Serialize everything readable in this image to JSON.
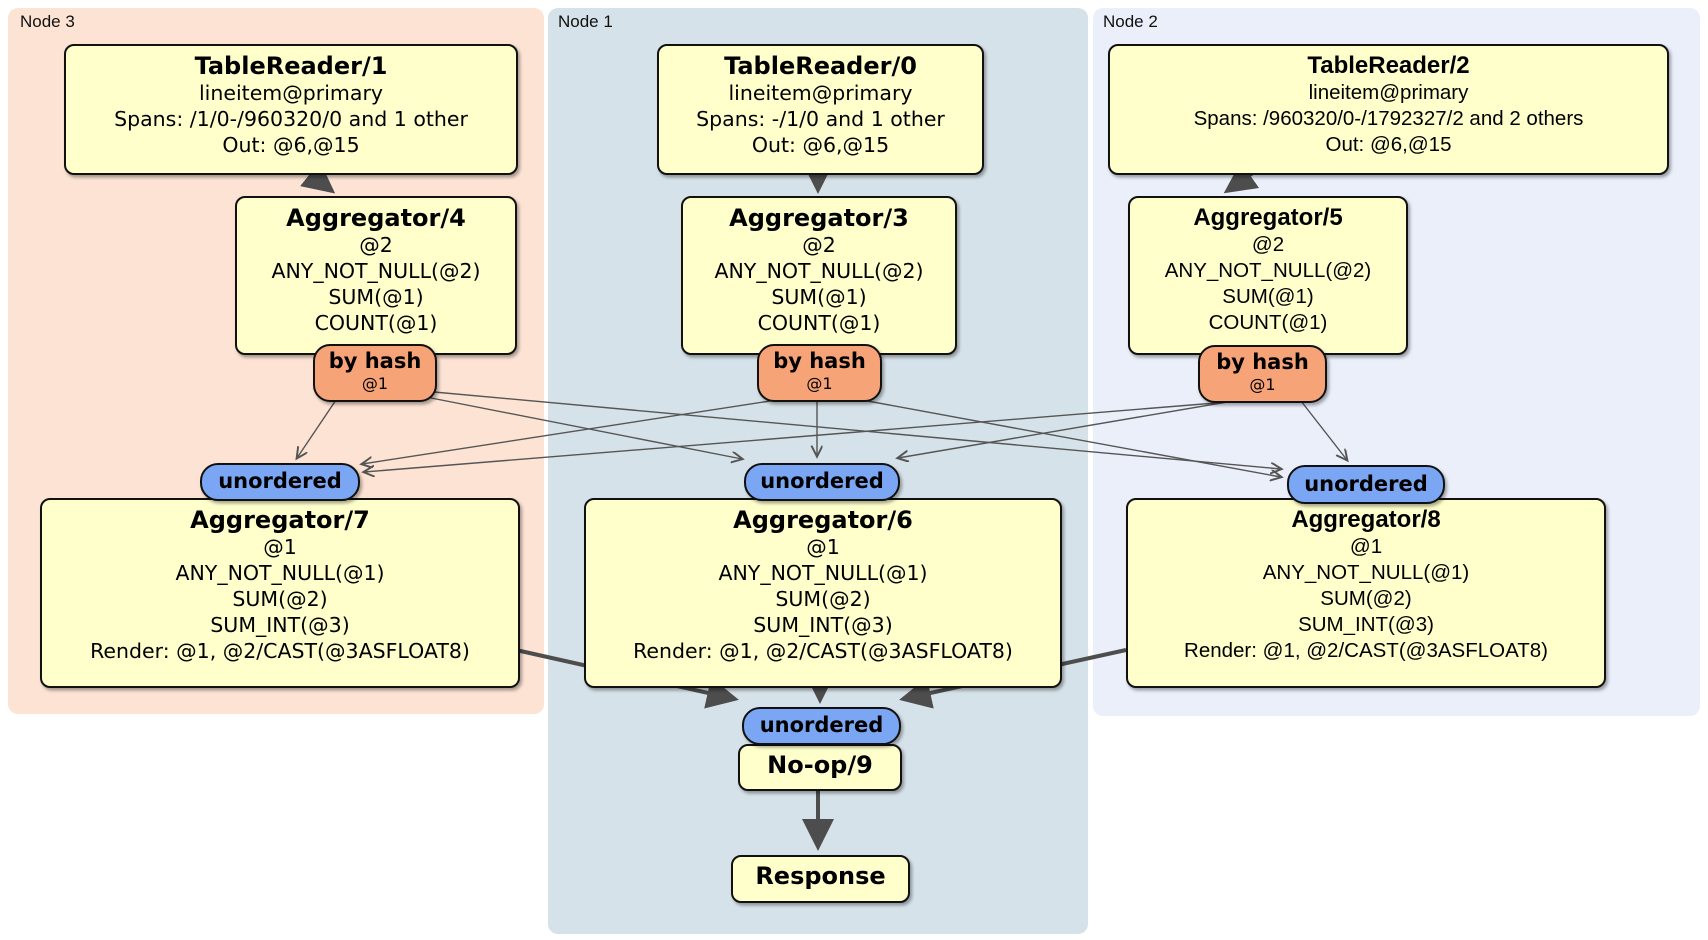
{
  "colors": {
    "node3_bg": "#fce3d4",
    "node1_bg": "#d6e2e9",
    "node2_bg": "#eaeffa",
    "processor_box_bg": "#ffffcc",
    "hash_router_badge_bg": "#f6a377",
    "stream_badge_bg": "#7aa6f3",
    "arrow": "#4d4d4d"
  },
  "node3": {
    "label": "Node 3",
    "table_reader": {
      "title": "TableReader/1",
      "lines": [
        "lineitem@primary",
        "Spans: /1/0-/960320/0 and 1 other",
        "Out: @6,@15"
      ]
    },
    "aggregator_top": {
      "title": "Aggregator/4",
      "lines": [
        "@2",
        "ANY_NOT_NULL(@2)",
        "SUM(@1)",
        "COUNT(@1)"
      ]
    },
    "by_hash": {
      "label": "by hash",
      "detail": "@1"
    },
    "unordered": "unordered",
    "aggregator_bottom": {
      "title": "Aggregator/7",
      "lines": [
        "@1",
        "ANY_NOT_NULL(@1)",
        "SUM(@2)",
        "SUM_INT(@3)",
        "Render: @1, @2/CAST(@3ASFLOAT8)"
      ]
    }
  },
  "node1": {
    "label": "Node 1",
    "table_reader": {
      "title": "TableReader/0",
      "lines": [
        "lineitem@primary",
        "Spans: -/1/0 and 1 other",
        "Out: @6,@15"
      ]
    },
    "aggregator_top": {
      "title": "Aggregator/3",
      "lines": [
        "@2",
        "ANY_NOT_NULL(@2)",
        "SUM(@1)",
        "COUNT(@1)"
      ]
    },
    "by_hash": {
      "label": "by hash",
      "detail": "@1"
    },
    "unordered": "unordered",
    "aggregator_bottom": {
      "title": "Aggregator/6",
      "lines": [
        "@1",
        "ANY_NOT_NULL(@1)",
        "SUM(@2)",
        "SUM_INT(@3)",
        "Render: @1, @2/CAST(@3ASFLOAT8)"
      ]
    },
    "final_unordered": "unordered",
    "noop_title": "No-op/9",
    "response_title": "Response"
  },
  "node2": {
    "label": "Node 2",
    "table_reader": {
      "title": "TableReader/2",
      "lines": [
        "lineitem@primary",
        "Spans: /960320/0-/1792327/2 and 2 others",
        "Out: @6,@15"
      ]
    },
    "aggregator_top": {
      "title": "Aggregator/5",
      "lines": [
        "@2",
        "ANY_NOT_NULL(@2)",
        "SUM(@1)",
        "COUNT(@1)"
      ]
    },
    "by_hash": {
      "label": "by hash",
      "detail": "@1"
    },
    "unordered": "unordered",
    "aggregator_bottom": {
      "title": "Aggregator/8",
      "lines": [
        "@1",
        "ANY_NOT_NULL(@1)",
        "SUM(@2)",
        "SUM_INT(@3)",
        "Render: @1, @2/CAST(@3ASFLOAT8)"
      ]
    }
  }
}
